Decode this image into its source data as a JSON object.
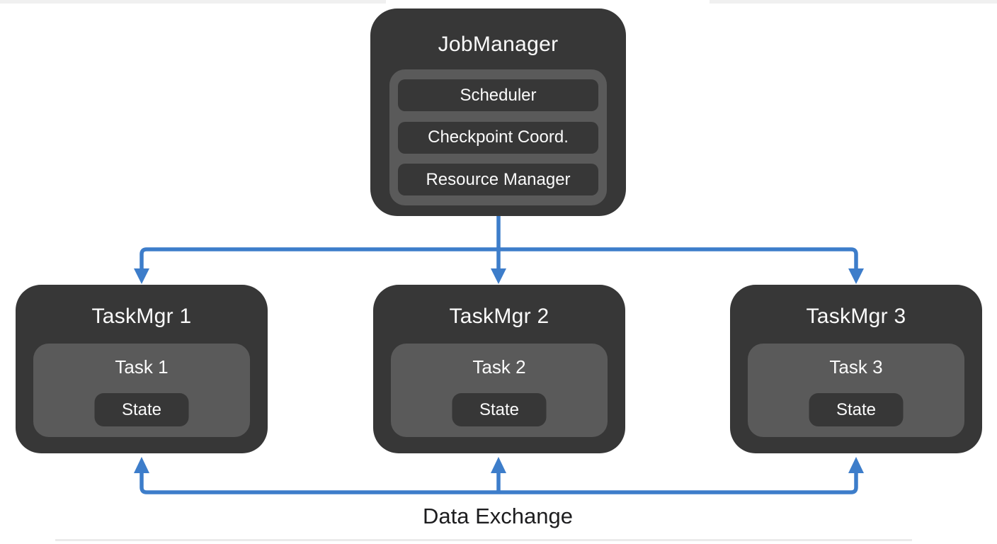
{
  "diagram": {
    "job_manager": {
      "title": "JobManager",
      "components": [
        {
          "label": "Scheduler"
        },
        {
          "label": "Checkpoint Coord."
        },
        {
          "label": "Resource Manager"
        }
      ]
    },
    "task_managers": [
      {
        "title": "TaskMgr 1",
        "task_label": "Task 1",
        "state_label": "State"
      },
      {
        "title": "TaskMgr 2",
        "task_label": "Task 2",
        "state_label": "State"
      },
      {
        "title": "TaskMgr 3",
        "task_label": "Task 3",
        "state_label": "State"
      }
    ],
    "connections": {
      "bottom_label": "Data Exchange"
    },
    "colors": {
      "background": "#ffffff",
      "node_dark": "#373737",
      "node_light": "#5a5a5a",
      "arrow_blue": "#3d7dca",
      "text_light": "#fafafa",
      "text_dark": "#1d1d1f"
    }
  }
}
